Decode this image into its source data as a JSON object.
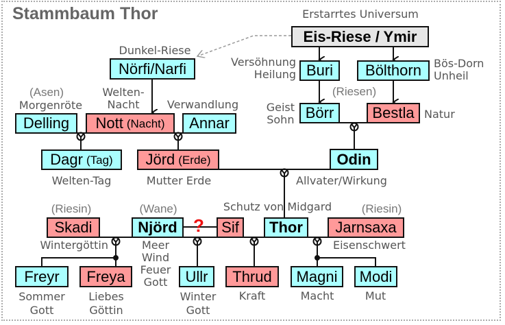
{
  "title": "Stammbaum Thor",
  "colors": {
    "male": "#aaffff",
    "female": "#ff9999",
    "origin": "#e6e6e6"
  },
  "persons": {
    "ymir": "Eis-Riese / Ymir",
    "norfi": "Nörfi/Narfi",
    "buri": "Buri",
    "bolthorn": "Bölthorn",
    "borr": "Börr",
    "bestla": "Bestla",
    "delling": "Delling",
    "nott": "Nott",
    "nott_sub": "(Nacht)",
    "annar": "Annar",
    "dagr": "Dagr",
    "dagr_sub": "(Tag)",
    "jord": "Jörd",
    "jord_sub": "(Erde)",
    "odin": "Odin",
    "skadi": "Skadi",
    "njord": "Njörd",
    "sif": "Sif",
    "thor": "Thor",
    "jarnsaxa": "Jarnsaxa",
    "freyr": "Freyr",
    "freya": "Freya",
    "ullr": "Ullr",
    "thrud": "Thrud",
    "magni": "Magni",
    "modi": "Modi"
  },
  "labels": {
    "ymir": "Erstarrtes Universum",
    "norfi": "Dunkel-Riese",
    "buri": [
      "Versöhnung",
      "Heilung"
    ],
    "bolthorn": [
      "Bös-Dorn",
      "Unheil"
    ],
    "riesen": "(Riesen)",
    "borr": [
      "Geist",
      "Sohn"
    ],
    "bestla": "Natur",
    "asen": "(Asen)",
    "delling": "Morgenröte",
    "nott": [
      "Welten-",
      "Nacht"
    ],
    "annar": "Verwandlung",
    "dagr": "Welten-Tag",
    "jord": "Mutter Erde",
    "odin": "Allvater/Wirkung",
    "skadi_group": "(Riesin)",
    "njord_group": "(Wane)",
    "thor": "Schutz von Midgard",
    "jarnsaxa_group": "(Riesin)",
    "skadi": "Wintergöttin",
    "njord": [
      "Meer",
      "Wind",
      "Feuer",
      "Gott"
    ],
    "jarnsaxa": "Eisenschwert",
    "freyr": [
      "Sommer",
      "Gott"
    ],
    "freya": [
      "Liebes",
      "Göttin"
    ],
    "ullr": [
      "Winter",
      "Gott"
    ],
    "thrud": "Kraft",
    "magni": "Macht",
    "modi": "Mut",
    "uncertain": "?"
  }
}
